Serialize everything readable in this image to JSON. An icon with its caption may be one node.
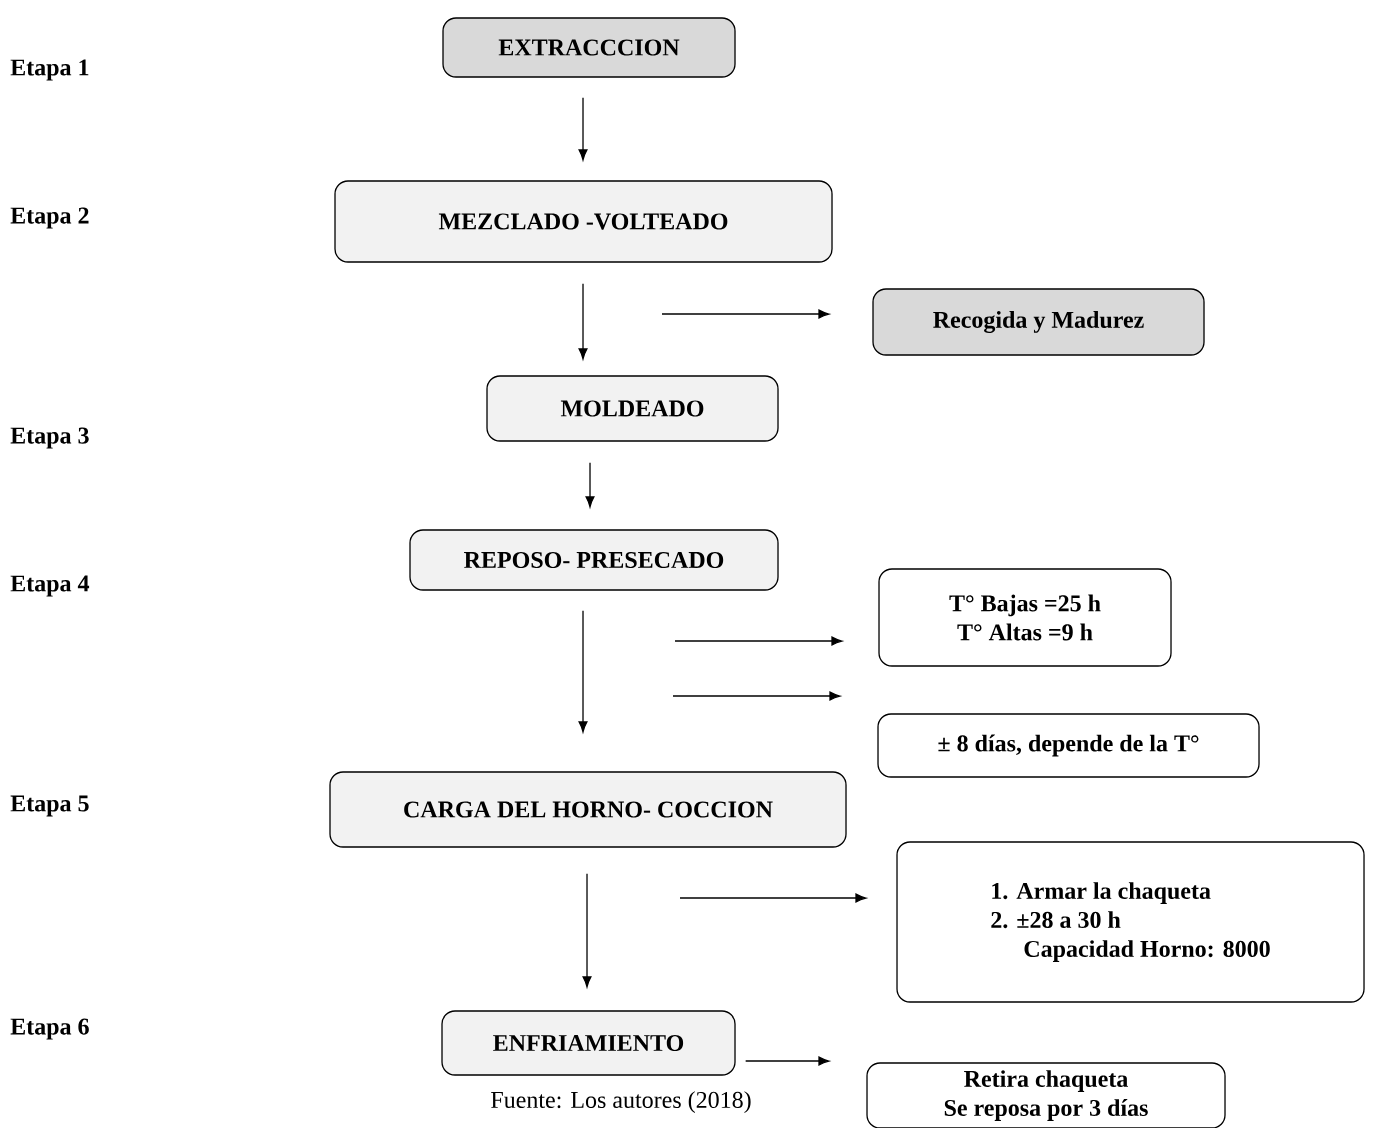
{
  "diagram": {
    "caption": "Fuente: Los autores (2018)",
    "nodes": [
      {
        "text": [
          "EXTRACCCION"
        ]
      },
      {
        "text": [
          "MEZCLADO -VOLTEADO"
        ]
      },
      {
        "text": [
          "Recogida y Madurez"
        ]
      },
      {
        "text": [
          "MOLDEADO"
        ]
      },
      {
        "text": [
          "REPOSO- PRESECADO"
        ]
      },
      {
        "text": [
          "T° Bajas =25 h",
          "T° Altas =9 h"
        ]
      },
      {
        "text": [
          "± 8 días, depende de la T°"
        ]
      },
      {
        "text": [
          "CARGA DEL HORNO- COCCION"
        ]
      },
      {
        "text": [
          "1. Armar la chaqueta",
          "2. ±28 a 30 h",
          "Capacidad Horno: 8000"
        ]
      },
      {
        "text": [
          "ENFRIAMIENTO"
        ]
      },
      {
        "text": [
          "Retira chaqueta",
          "Se reposa por 3 días"
        ]
      }
    ],
    "edges": [
      {
        "from": 0,
        "to": 1,
        "arrow": "to"
      },
      {
        "from": 1,
        "to": 3,
        "arrow": "to"
      },
      {
        "from": null,
        "to": 2,
        "arrow": "to"
      },
      {
        "from": 3,
        "to": 4,
        "arrow": "to"
      },
      {
        "from": null,
        "to": 5,
        "arrow": "to"
      },
      {
        "from": null,
        "to": 6,
        "arrow": "to"
      },
      {
        "from": 4,
        "to": 7,
        "arrow": "to"
      },
      {
        "from": null,
        "to": 8,
        "arrow": "to"
      },
      {
        "from": 7,
        "to": 9,
        "arrow": "to"
      },
      {
        "from": 9,
        "to": 10,
        "arrow": "to"
      }
    ],
    "labels": [
      "Etapa 1",
      "Etapa 2",
      "Etapa 3",
      "Etapa 4",
      "Etapa 5",
      "Etapa 6"
    ]
  }
}
